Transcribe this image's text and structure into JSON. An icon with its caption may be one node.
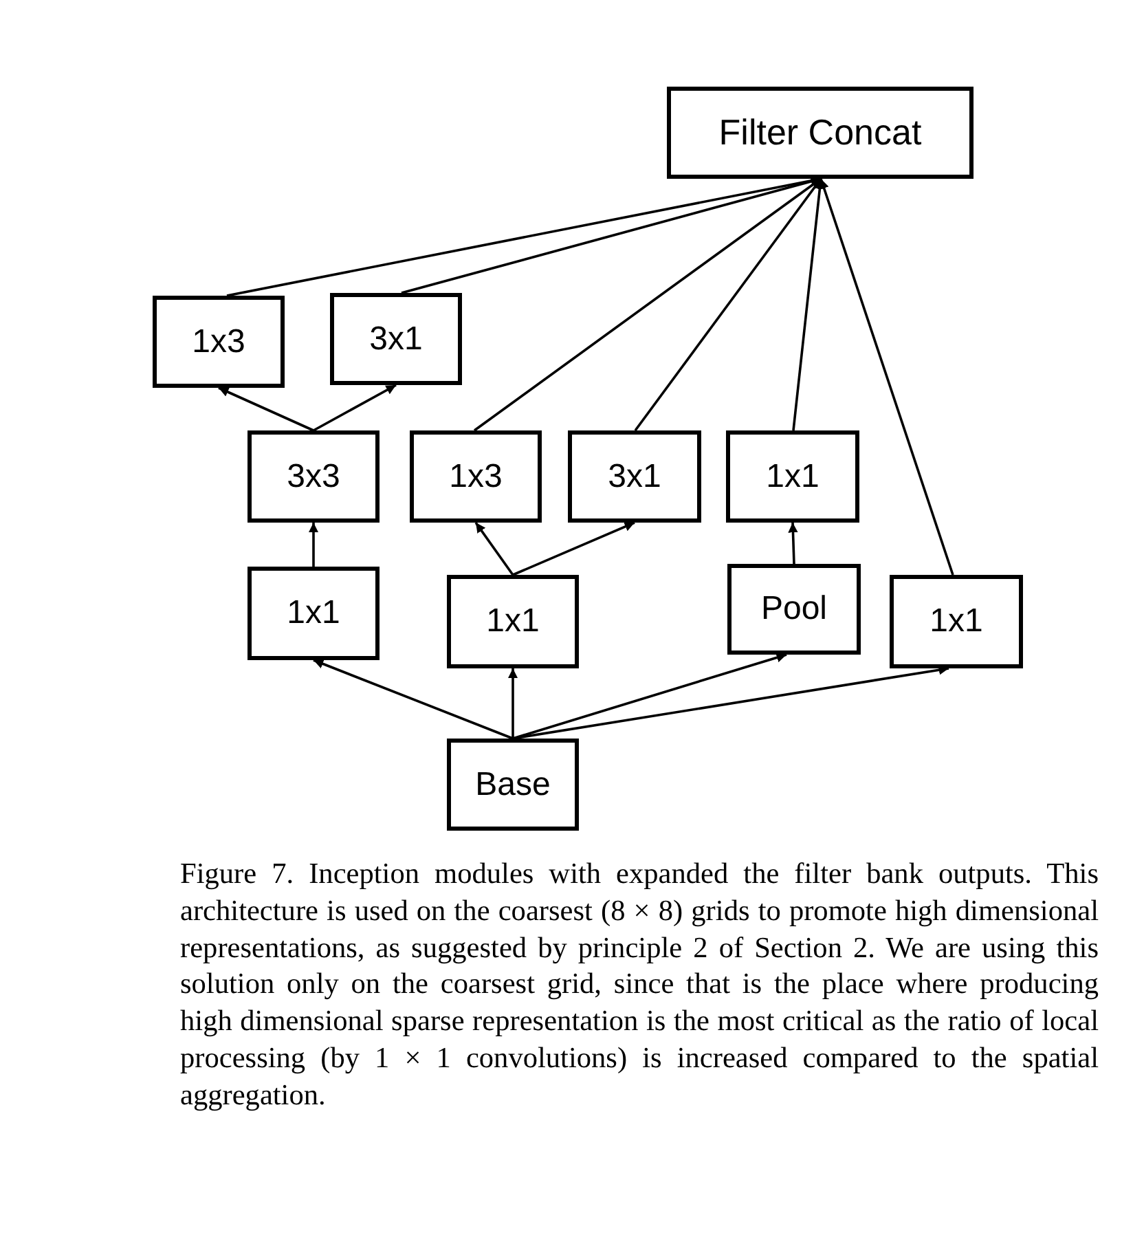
{
  "diagram": {
    "caption": "Figure 7. Inception modules with expanded the filter bank outputs. This architecture is used on the coarsest (8 × 8) grids to promote high dimensional representations, as suggested by principle 2 of Section 2. We are using this solution only on the coarsest grid, since that is the place where producing high dimensional sparse representation is the most critical as the ratio of local processing (by 1 × 1 convolutions) is increased compared to the spatial aggregation.",
    "nodes": [
      {
        "text": [
          "Filter Concat"
        ]
      },
      {
        "text": [
          "1x3"
        ]
      },
      {
        "text": [
          "3x1"
        ]
      },
      {
        "text": [
          "3x3"
        ]
      },
      {
        "text": [
          "1x3"
        ]
      },
      {
        "text": [
          "3x1"
        ]
      },
      {
        "text": [
          "1x1"
        ]
      },
      {
        "text": [
          "1x1"
        ]
      },
      {
        "text": [
          "1x1"
        ]
      },
      {
        "text": [
          "Pool"
        ]
      },
      {
        "text": [
          "1x1"
        ]
      },
      {
        "text": [
          "Base"
        ]
      }
    ],
    "edges": [
      {
        "from": 1,
        "to": 0,
        "arrow": "to"
      },
      {
        "from": 2,
        "to": 0,
        "arrow": "to"
      },
      {
        "from": 4,
        "to": 0,
        "arrow": "to"
      },
      {
        "from": 5,
        "to": 0,
        "arrow": "to"
      },
      {
        "from": 6,
        "to": 0,
        "arrow": "to"
      },
      {
        "from": 10,
        "to": 0,
        "arrow": "to"
      },
      {
        "from": 3,
        "to": 1,
        "arrow": "to"
      },
      {
        "from": 3,
        "to": 2,
        "arrow": "to"
      },
      {
        "from": 7,
        "to": 3,
        "arrow": "to"
      },
      {
        "from": 8,
        "to": 4,
        "arrow": "to"
      },
      {
        "from": 8,
        "to": 5,
        "arrow": "to"
      },
      {
        "from": 9,
        "to": 6,
        "arrow": "to"
      },
      {
        "from": 11,
        "to": 7,
        "arrow": "to"
      },
      {
        "from": 11,
        "to": 8,
        "arrow": "to"
      },
      {
        "from": 11,
        "to": 9,
        "arrow": "to"
      },
      {
        "from": 11,
        "to": 10,
        "arrow": "to"
      }
    ]
  }
}
